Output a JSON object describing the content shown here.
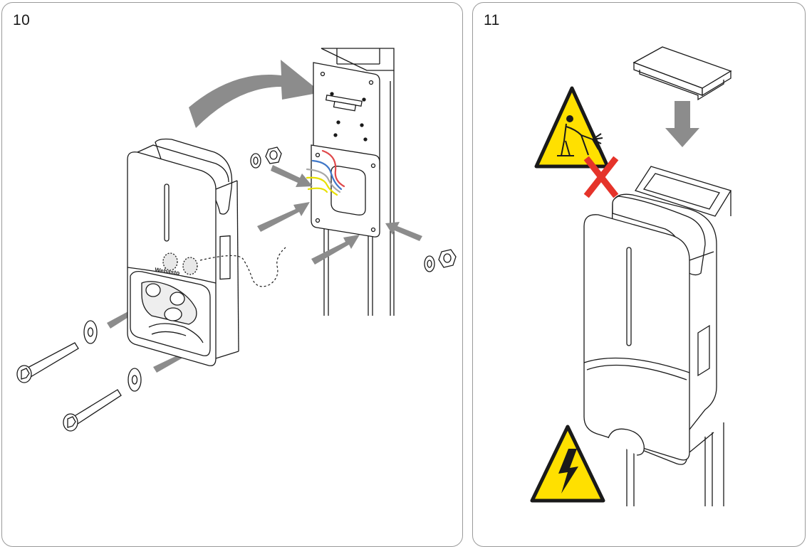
{
  "steps": [
    {
      "number": "10"
    },
    {
      "number": "11"
    }
  ],
  "device_logo": "Webasto",
  "colors": {
    "outline": "#1a1a1a",
    "arrow": "#8c8c8c",
    "warning_yellow": "#ffe000",
    "prohibited_red": "#e5332a",
    "wire_blue": "#3f77c8",
    "wire_red": "#e0484a",
    "wire_yellow": "#e7e000",
    "wire_gray": "#a8a8a8"
  },
  "icons": [
    "no-pressure-washer-warning-icon",
    "prohibited-x-icon",
    "high-voltage-warning-icon",
    "arrow-icon"
  ]
}
